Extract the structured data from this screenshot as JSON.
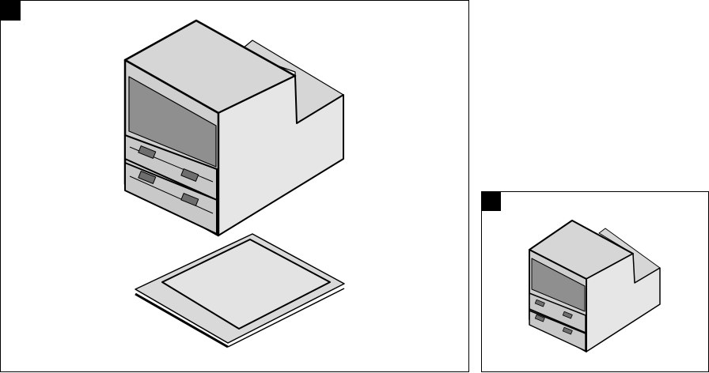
{
  "figure": {
    "panels": [
      {
        "id": "large-view",
        "content": "printer-with-removed-tray"
      },
      {
        "id": "small-view",
        "content": "printer-assembled"
      }
    ],
    "colors": {
      "line": "#000000",
      "top_face": "#d6d6d6",
      "side_face": "#e6e6e6",
      "front_panel": "#8f8f8f",
      "tray_face": "#c8c8c8",
      "handle": "#6e6e6e",
      "background": "#ffffff"
    },
    "icons": [
      "panel-marker-square",
      "panel-marker-square"
    ]
  }
}
